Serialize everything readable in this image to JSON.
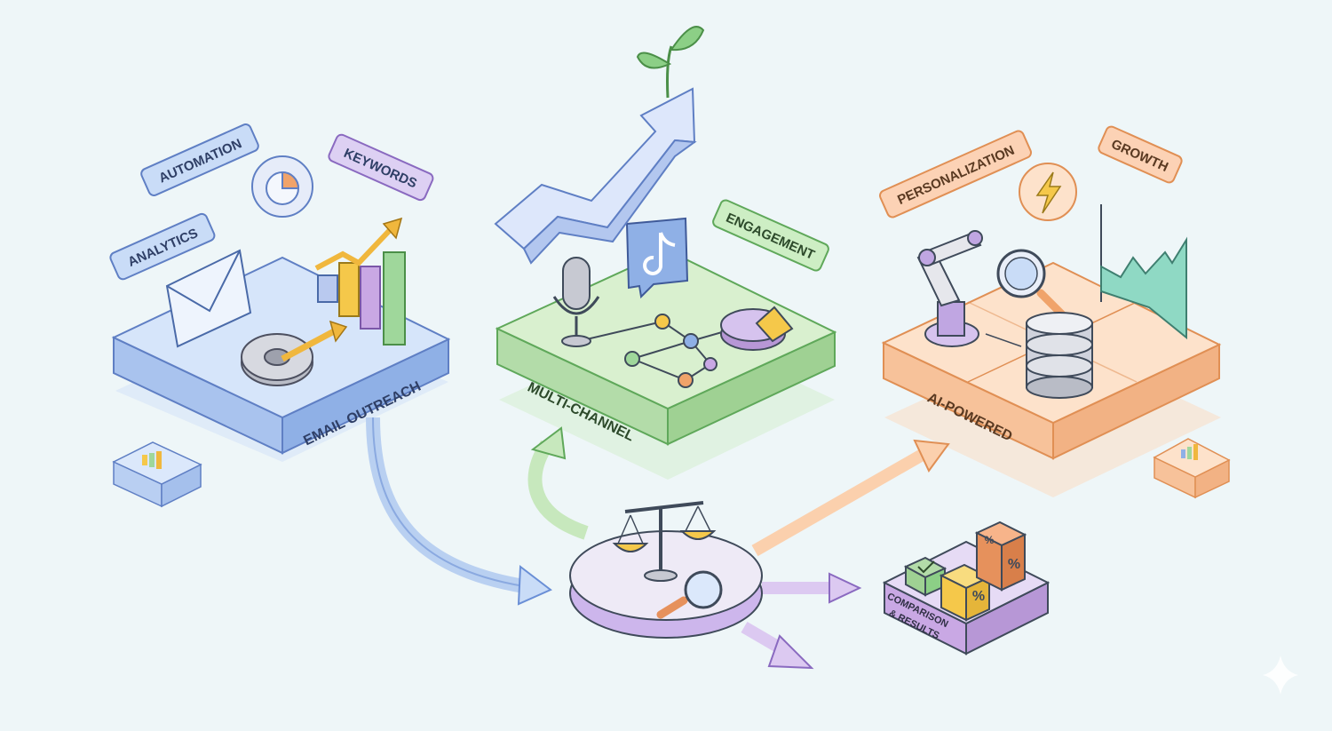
{
  "platforms": {
    "email": {
      "label": "EMAIL OUTREACH",
      "color": "#c9dcf7",
      "edge": "#5f7fc4"
    },
    "multichannel": {
      "label": "MULTI-CHANNEL",
      "color": "#d3ecc8",
      "edge": "#5fa85a"
    },
    "ai": {
      "label": "AI-POWERED",
      "color": "#fbd7b8",
      "edge": "#e08f54"
    }
  },
  "tags": {
    "automation": "AUTOMATION",
    "analytics": "ANALYTICS",
    "keywords": "KEYWORDS",
    "engagement": "ENGAGEMENT",
    "personalization": "PERSONALIZATION",
    "growth": "GROWTH"
  },
  "results": {
    "line1": "COMPARISON",
    "line2": "& RESULTS"
  },
  "icons": {
    "pie": "pie-chart-icon",
    "lightning": "lightning-icon",
    "email": "envelope-icon",
    "gear": "gear-icon",
    "bars": "bar-chart-icon",
    "mic": "microphone-icon",
    "tiktok": "tiktok-icon",
    "robot": "robot-arm-icon",
    "database": "database-icon",
    "scale": "balance-scale-icon",
    "magnifier": "magnifier-icon",
    "sprout": "sprout-icon",
    "growth-arrow": "growth-arrow-icon",
    "sparkle": "sparkle-icon"
  },
  "palette": {
    "blue": "#6a8fd6",
    "green": "#6cb36a",
    "orange": "#e6915c",
    "purple": "#b793d9",
    "yellow": "#f5c84a",
    "teal": "#8fd9c4"
  }
}
